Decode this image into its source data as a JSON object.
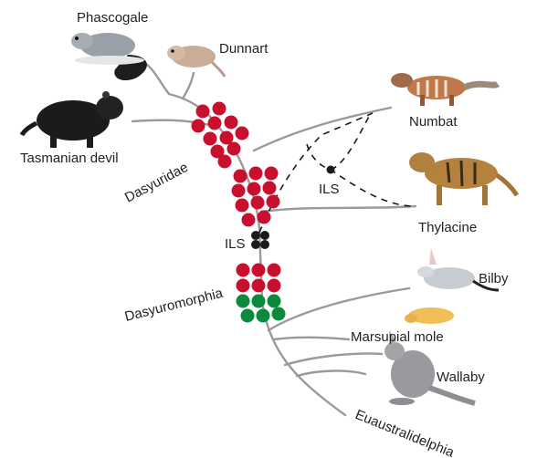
{
  "taxa": {
    "phascogale": "Phascogale",
    "dunnart": "Dunnart",
    "tasmanian_devil": "Tasmanian devil",
    "numbat": "Numbat",
    "thylacine": "Thylacine",
    "bilby": "Bilby",
    "marsupial_mole": "Marsupial mole",
    "wallaby": "Wallaby"
  },
  "clades": {
    "dasyuridae": "Dasyuridae",
    "dasyuromorphia": "Dasyuromorphia",
    "euaustralidelphia": "Euaustralidelphia"
  },
  "markers": {
    "ils_upper": "ILS",
    "ils_lower": "ILS"
  },
  "colors": {
    "red_dot": "#c8102e",
    "green_dot": "#0a8a3a",
    "black_dot": "#1a1a1a",
    "branch": "#9a9a9a"
  }
}
